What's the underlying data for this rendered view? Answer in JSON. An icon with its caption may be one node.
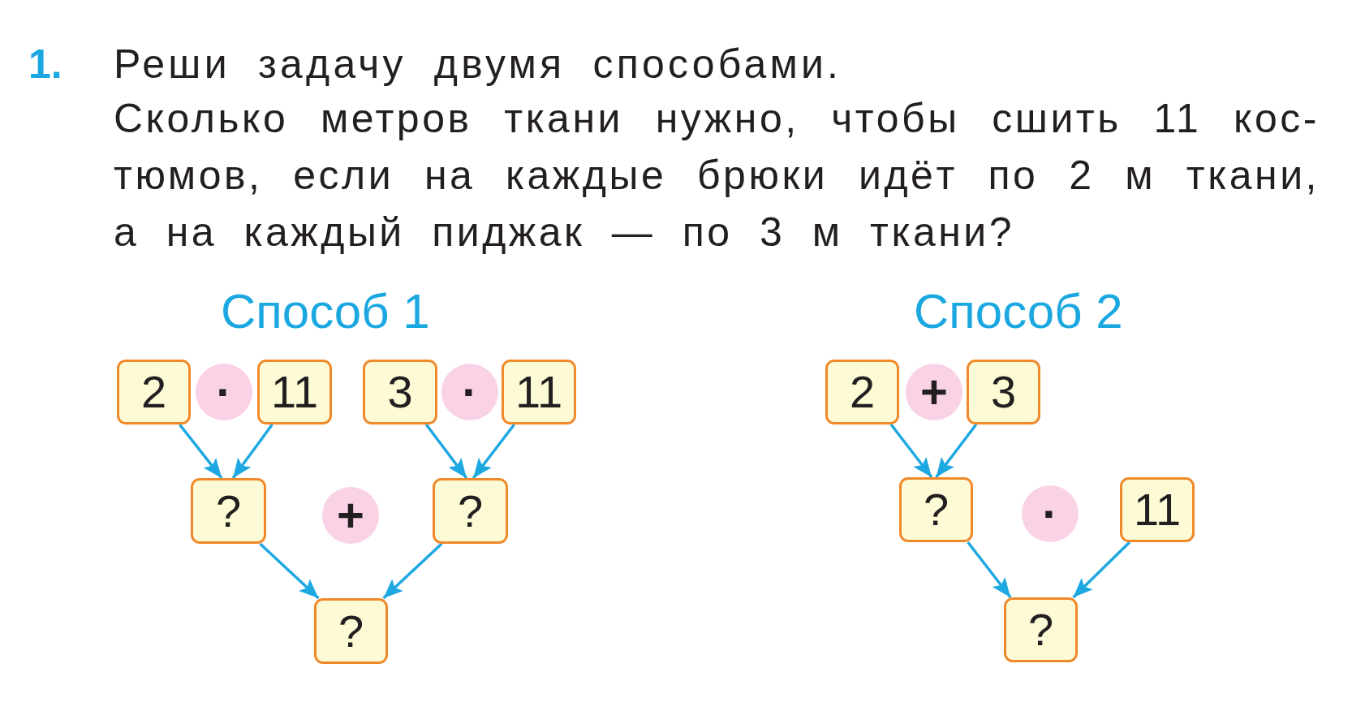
{
  "diagram": {
    "title": "Реши задачу двумя способами.",
    "nodes": [
      {
        "text": [
          "2"
        ]
      },
      {
        "text": [
          "·"
        ]
      },
      {
        "text": [
          "11"
        ]
      },
      {
        "text": [
          "3"
        ]
      },
      {
        "text": [
          "·"
        ]
      },
      {
        "text": [
          "11"
        ]
      },
      {
        "text": [
          "?"
        ]
      },
      {
        "text": [
          "+"
        ]
      },
      {
        "text": [
          "?"
        ]
      },
      {
        "text": [
          "?"
        ]
      },
      {
        "text": [
          "2"
        ]
      },
      {
        "text": [
          "+"
        ]
      },
      {
        "text": [
          "3"
        ]
      },
      {
        "text": [
          "?"
        ]
      },
      {
        "text": [
          "·"
        ]
      },
      {
        "text": [
          "11"
        ]
      },
      {
        "text": [
          "?"
        ]
      }
    ],
    "edges": [
      {
        "from": 0,
        "to": 6,
        "arrow": "to"
      },
      {
        "from": 2,
        "to": 6,
        "arrow": "to"
      },
      {
        "from": 3,
        "to": 8,
        "arrow": "to"
      },
      {
        "from": 5,
        "to": 8,
        "arrow": "to"
      },
      {
        "from": 6,
        "to": 9,
        "arrow": "to"
      },
      {
        "from": 8,
        "to": 9,
        "arrow": "to"
      },
      {
        "from": 10,
        "to": 13,
        "arrow": "to"
      },
      {
        "from": 12,
        "to": 13,
        "arrow": "to"
      },
      {
        "from": 13,
        "to": 16,
        "arrow": "to"
      },
      {
        "from": 15,
        "to": 16,
        "arrow": "to"
      }
    ],
    "labels": [
      "1.",
      "Сколько метров ткани нужно, чтобы сшить 11 кос-тюмов, если на каждые брюки идёт по 2 м ткани, а на каждый пиджак — по 3 м ткани?",
      "Способ 1",
      "Способ 2"
    ]
  }
}
